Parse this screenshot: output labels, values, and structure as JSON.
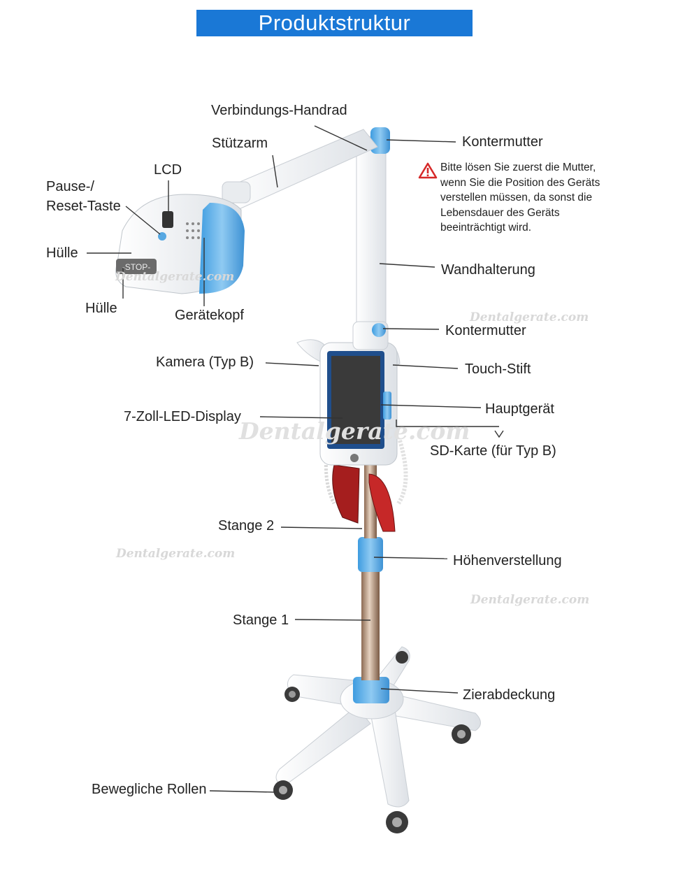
{
  "title": "Produktstruktur",
  "labels": {
    "verbindungs_handrad": "Verbindungs-Handrad",
    "stuetzarm": "Stützarm",
    "kontermutter_top": "Kontermutter",
    "lcd": "LCD",
    "pause_reset_line1": "Pause-/",
    "pause_reset_line2": "Reset-Taste",
    "huelle_1": "Hülle",
    "huelle_2": "Hülle",
    "geraetekopf": "Gerätekopf",
    "wandhalterung": "Wandhalterung",
    "kontermutter_mid": "Kontermutter",
    "kamera": "Kamera (Typ B)",
    "touch_stift": "Touch-Stift",
    "display": "7-Zoll-LED-Display",
    "hauptgeraet": "Hauptgerät",
    "sd_karte": "SD-Karte (für Typ B)",
    "stange_2": "Stange 2",
    "hoehenverstellung": "Höhenverstellung",
    "stange_1": "Stange 1",
    "zierabdeckung": "Zierabdeckung",
    "rollen": "Bewegliche Rollen"
  },
  "warning": {
    "lines": [
      "Bitte lösen Sie zuerst die Mutter,",
      "wenn Sie die Position des Geräts",
      "verstellen müssen, da sonst die",
      "Lebensdauer des Geräts",
      "beeinträchtigt wird."
    ]
  },
  "device_screen_text": "-STOP-",
  "watermark": "Dentalgerate.com",
  "colors": {
    "title_bg": "#1a78d6",
    "accent_blue": "#5aaee6",
    "warning_red": "#d62828",
    "device_white": "#f3f4f6"
  }
}
